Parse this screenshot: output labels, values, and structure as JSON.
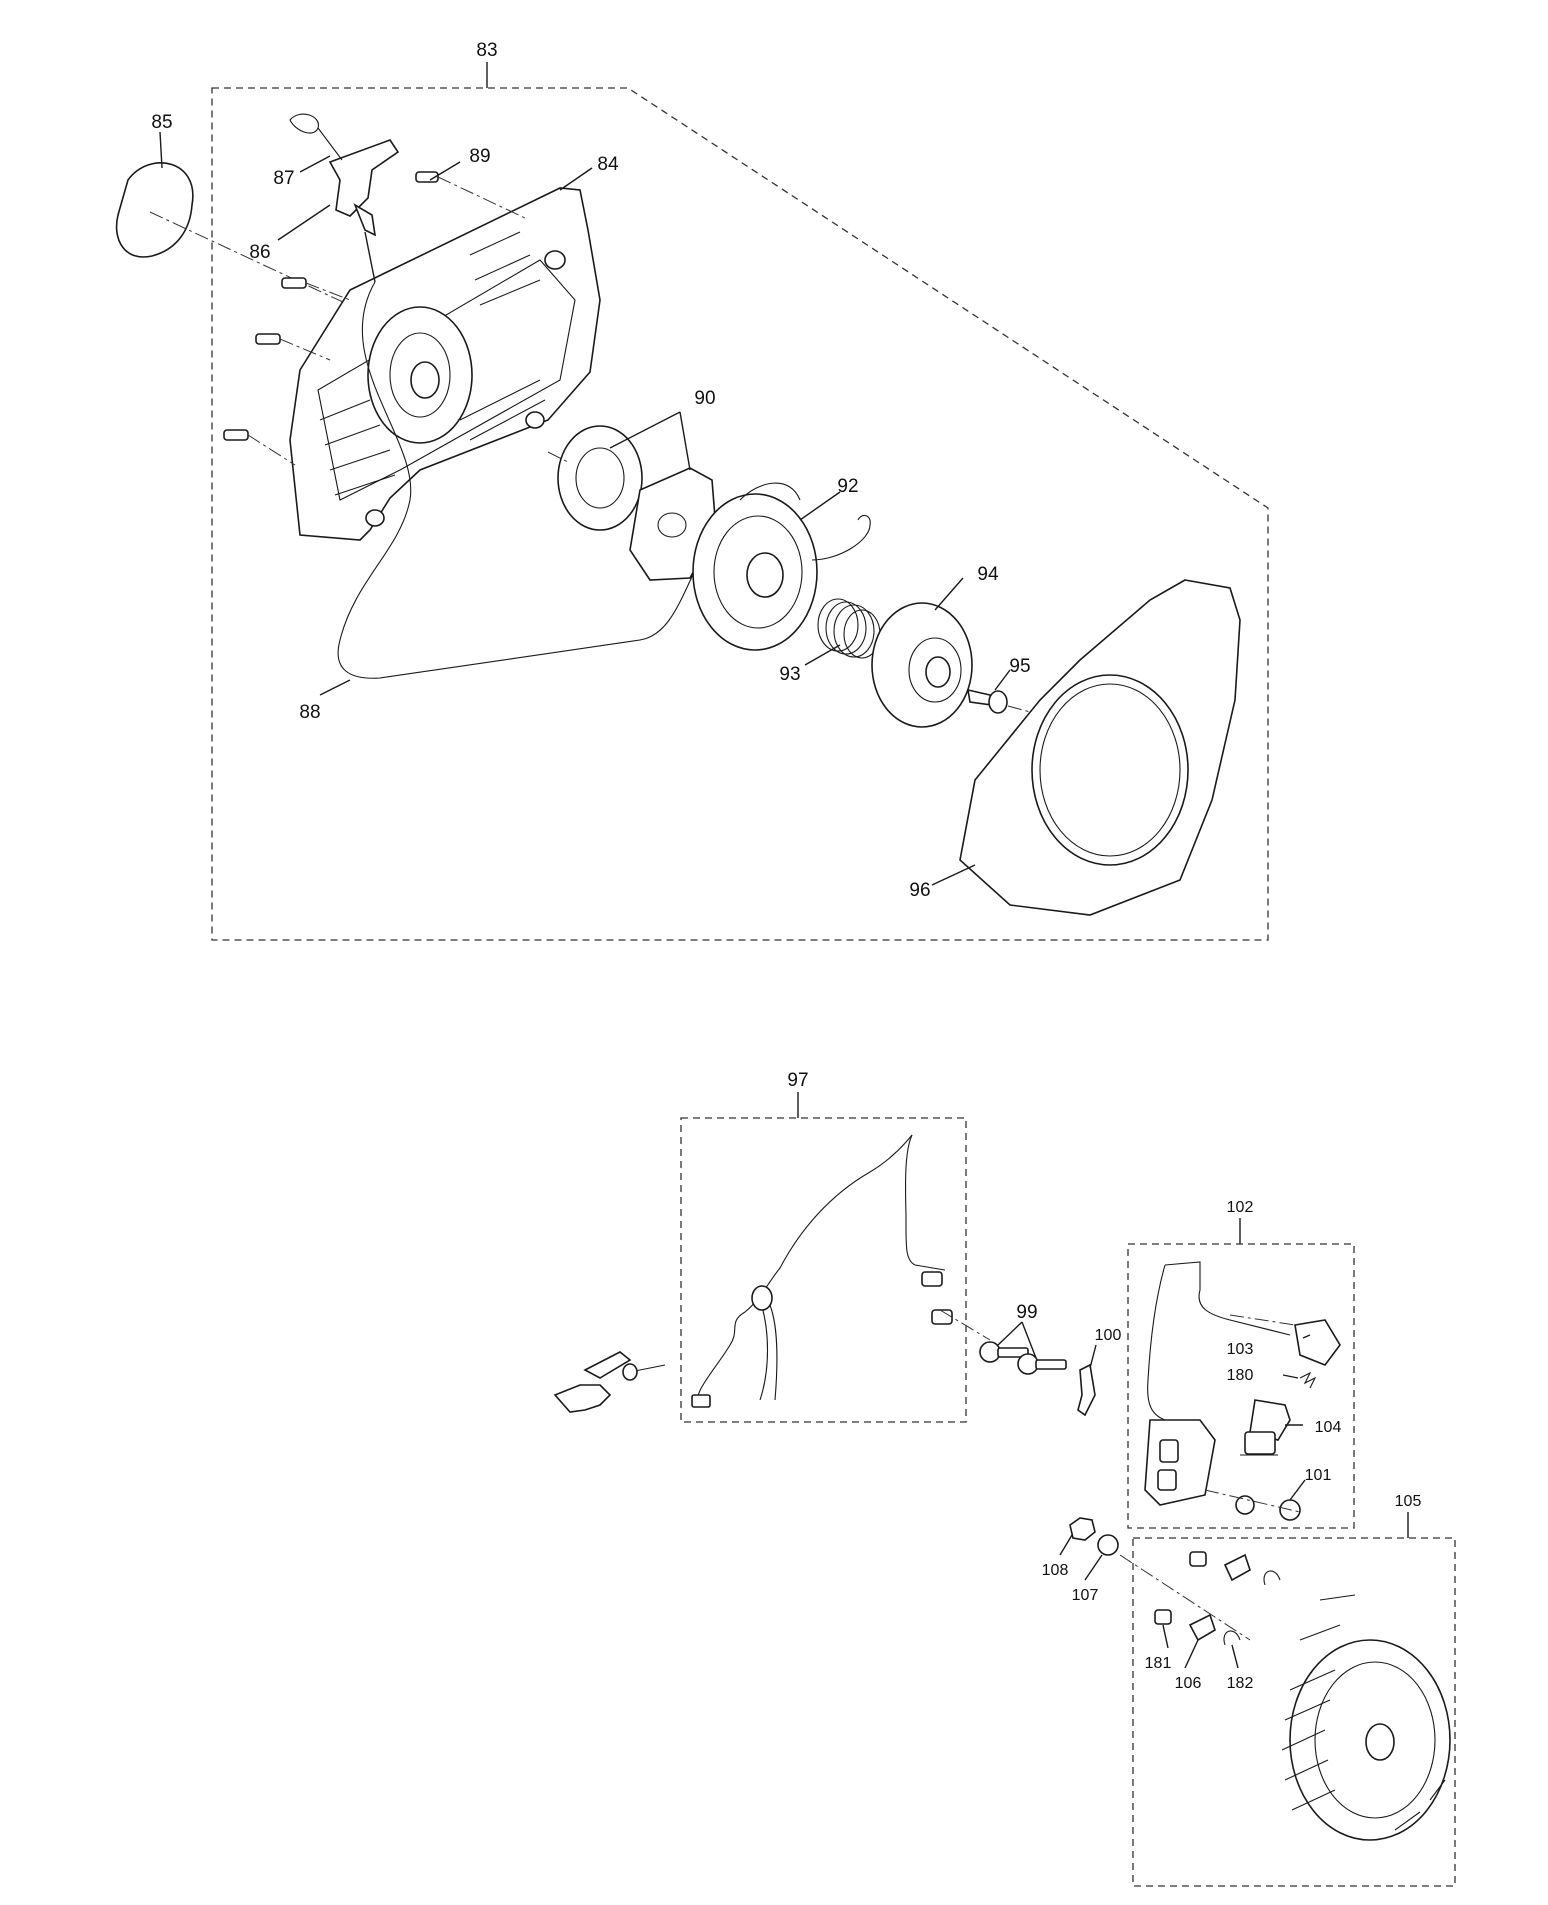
{
  "callouts": {
    "c83": "83",
    "c84": "84",
    "c85": "85",
    "c86": "86",
    "c87": "87",
    "c88": "88",
    "c89": "89",
    "c90": "90",
    "c92": "92",
    "c93": "93",
    "c94": "94",
    "c95": "95",
    "c96": "96",
    "c97": "97",
    "c99": "99",
    "c100": "100",
    "c101": "101",
    "c102": "102",
    "c103": "103",
    "c104": "104",
    "c105": "105",
    "c106": "106",
    "c107": "107",
    "c108": "108",
    "c180": "180",
    "c181": "181",
    "c182": "182"
  },
  "colors": {
    "line": "#1a1a1a",
    "background": "#ffffff"
  }
}
